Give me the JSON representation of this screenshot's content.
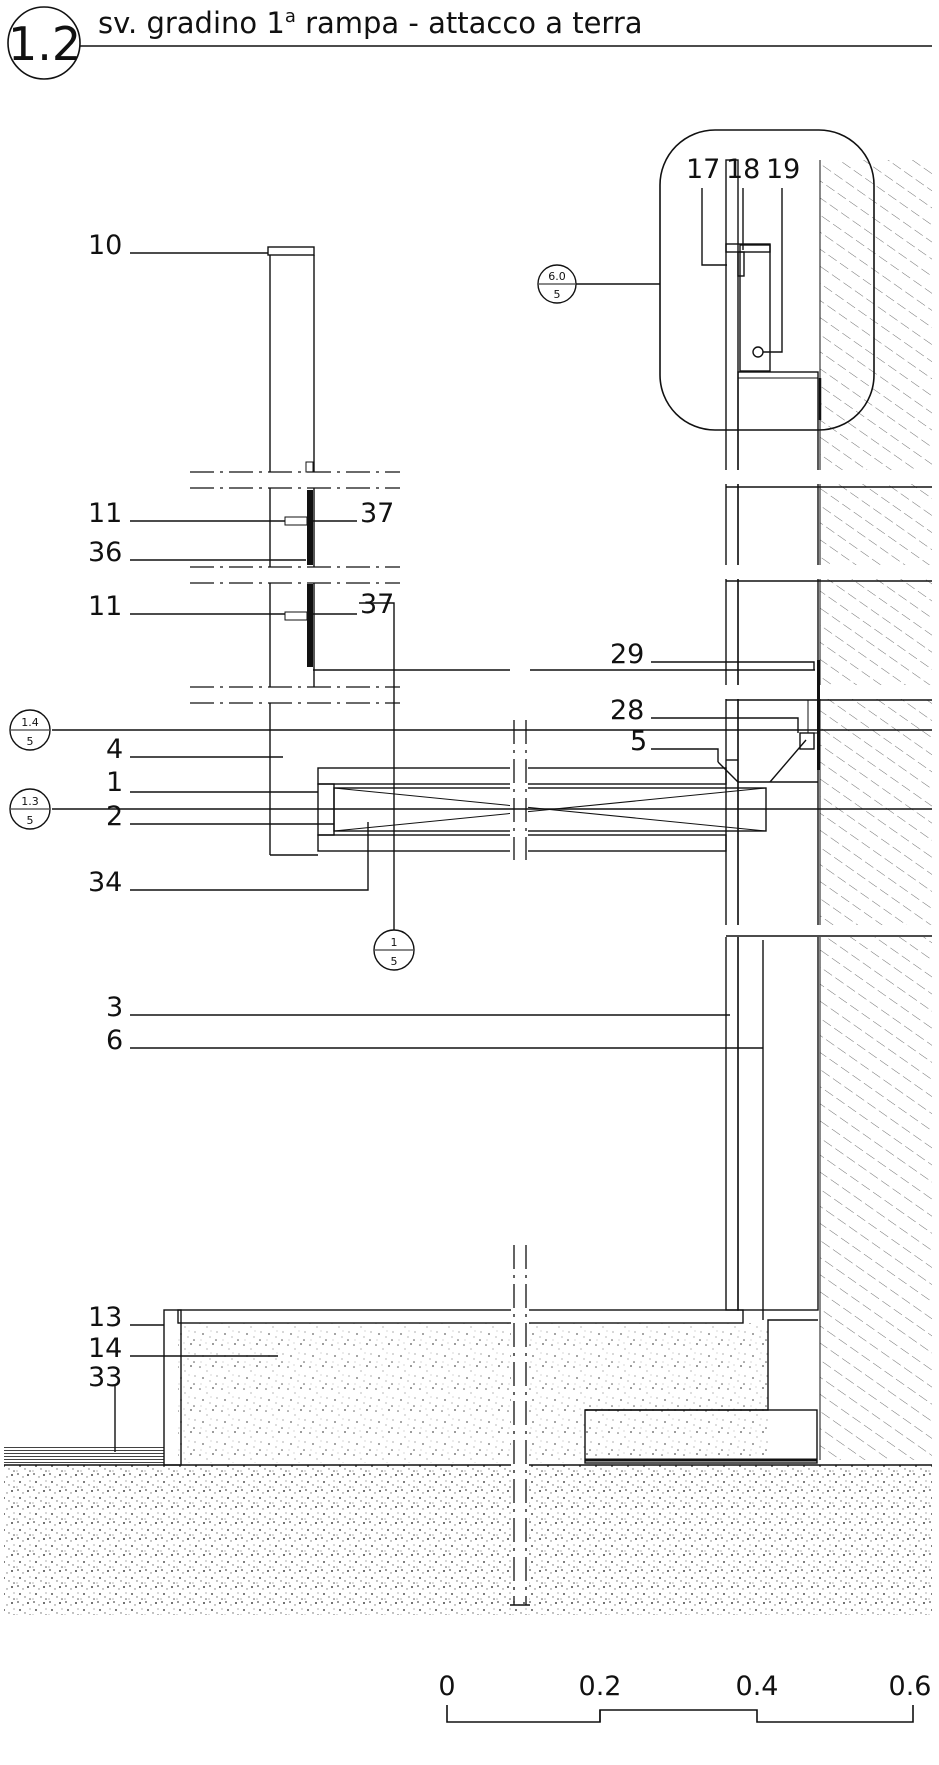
{
  "title": {
    "number": "1.2",
    "text_before": "sv. gradino 1",
    "superscript": "a",
    "text_after": " rampa - attacco a terra"
  },
  "callouts": {
    "left": [
      {
        "label": "10"
      },
      {
        "label": "11"
      },
      {
        "label": "36"
      },
      {
        "label": "11"
      },
      {
        "label": "4"
      },
      {
        "label": "1"
      },
      {
        "label": "2"
      },
      {
        "label": "34"
      },
      {
        "label": "3"
      },
      {
        "label": "6"
      },
      {
        "label": "13"
      },
      {
        "label": "14"
      },
      {
        "label": "33"
      }
    ],
    "right": [
      {
        "label": "17"
      },
      {
        "label": "18"
      },
      {
        "label": "19"
      },
      {
        "label": "37"
      },
      {
        "label": "37"
      },
      {
        "label": "29"
      },
      {
        "label": "28"
      },
      {
        "label": "5"
      }
    ]
  },
  "detail_refs": [
    {
      "top": "6.0",
      "bottom": "5"
    },
    {
      "top": "1.4",
      "bottom": "5"
    },
    {
      "top": "1.3",
      "bottom": "5"
    },
    {
      "top": "1",
      "bottom": "5"
    }
  ],
  "scale_bar": {
    "ticks": [
      "0",
      "0.2",
      "0.4",
      "0.6"
    ]
  },
  "colors": {
    "line": "#111111",
    "background": "#ffffff"
  }
}
